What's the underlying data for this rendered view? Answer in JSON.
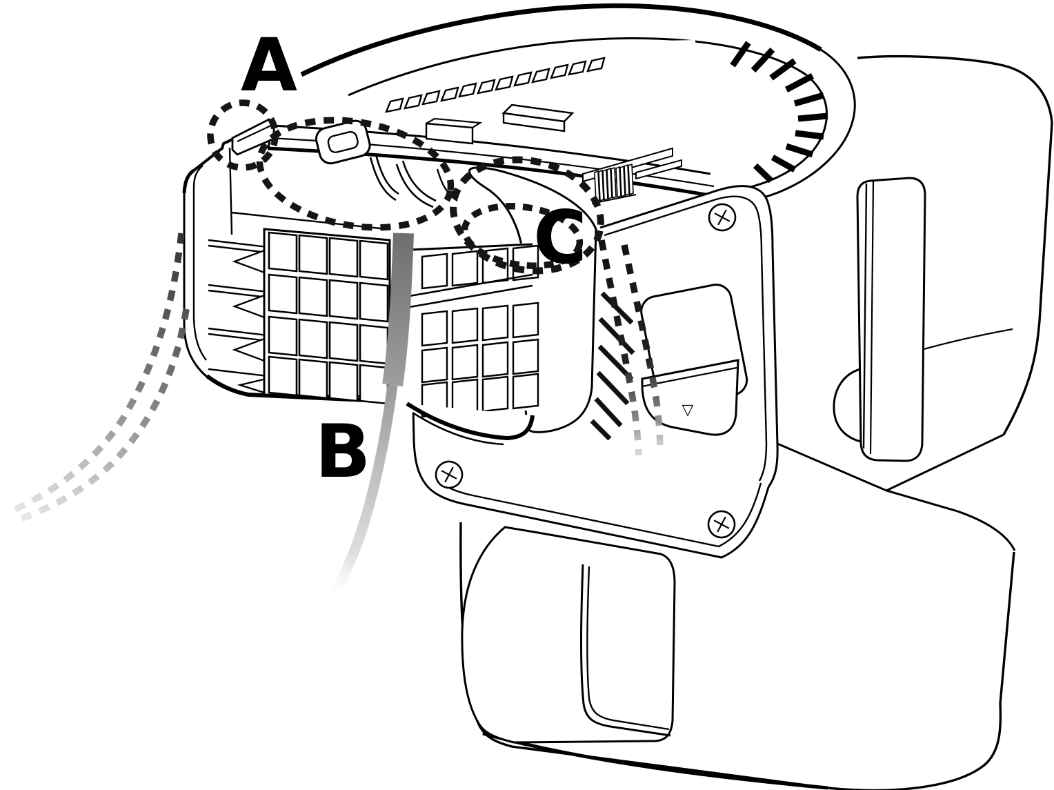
{
  "diagram": {
    "type": "technical-illustration",
    "callouts": {
      "a": "A",
      "b": "B",
      "c": "C"
    },
    "marker_triangle": "▽",
    "colors": {
      "line": "#000000",
      "background": "#ffffff",
      "tape_ribbon": "#8c8c8c",
      "dash": "#151515",
      "dash_fade_start": "#3a3a3a",
      "dash_fade_end": "#e8e8e8"
    }
  }
}
